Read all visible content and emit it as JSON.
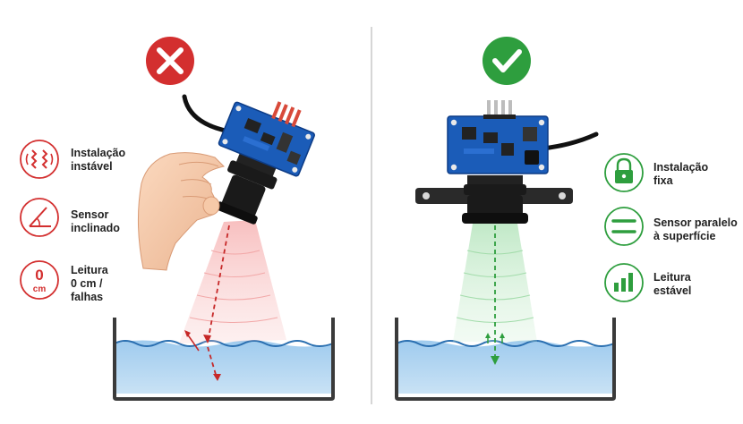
{
  "colors": {
    "bad": "#d32f2f",
    "good": "#2e9e3e",
    "water": "#bcdcf2",
    "wave": "#2a6fb0",
    "pcb": "#1b5cb8",
    "sensor_body": "#1a1a1a"
  },
  "icons": {
    "bad_badge": "x-mark-icon",
    "good_badge": "check-mark-icon",
    "bad": [
      "vibration-icon",
      "angle-icon",
      "zero-reading-icon"
    ],
    "good": [
      "lock-icon",
      "parallel-lines-icon",
      "signal-bars-icon"
    ]
  },
  "zero_icon": {
    "digit": "0",
    "unit": "cm"
  },
  "left_labels": [
    {
      "lines": [
        "Instalação",
        "instável"
      ]
    },
    {
      "lines": [
        "Sensor",
        "inclinado"
      ]
    },
    {
      "lines": [
        "Leitura",
        "0 cm /",
        "falhas"
      ]
    }
  ],
  "right_labels": [
    {
      "lines": [
        "Instalação",
        "fixa"
      ]
    },
    {
      "lines": [
        "Sensor paralelo",
        "à superfície"
      ]
    },
    {
      "lines": [
        "Leitura",
        "estável"
      ]
    }
  ]
}
